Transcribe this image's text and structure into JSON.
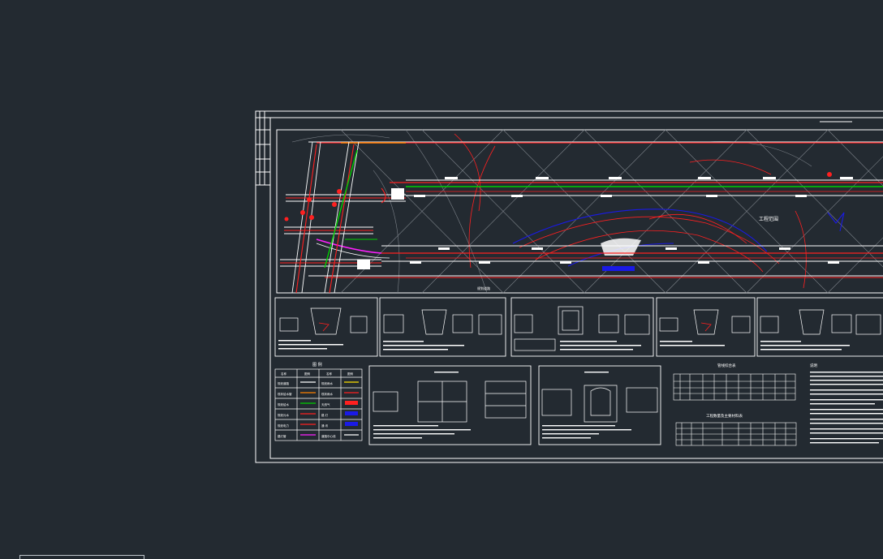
{
  "app": {
    "viewport_background": "#232a31",
    "drawing_color_white": "#ffffff",
    "drawing_color_red": "#ff2020",
    "drawing_color_green": "#00d000",
    "drawing_color_blue": "#1010e0",
    "drawing_color_magenta": "#ff20ff",
    "drawing_color_gray": "#8a8f96",
    "drawing_color_orange": "#ff8000",
    "drawing_color_yellow": "#ffe000"
  },
  "drawing": {
    "legend_title": "图 例",
    "legend_headers": [
      "名称",
      "图例",
      "名称",
      "图例"
    ],
    "legend_rows": [
      [
        "规划道路",
        "",
        "规划雨水",
        ""
      ],
      [
        "现状给水管",
        "",
        "现状雨水",
        ""
      ],
      [
        "规划给水",
        "",
        "天然气",
        ""
      ],
      [
        "规划污水",
        "",
        "路 灯",
        ""
      ],
      [
        "规划电力",
        "",
        "通 讯",
        ""
      ],
      [
        "路灯管",
        "",
        "道路中心线",
        ""
      ]
    ],
    "table1_title": "管线综合表",
    "table2_title": "工程数量及主要材料表",
    "notes_title": "说明",
    "plan_label_1": "工程范围",
    "plan_label_2": "规划道路"
  }
}
